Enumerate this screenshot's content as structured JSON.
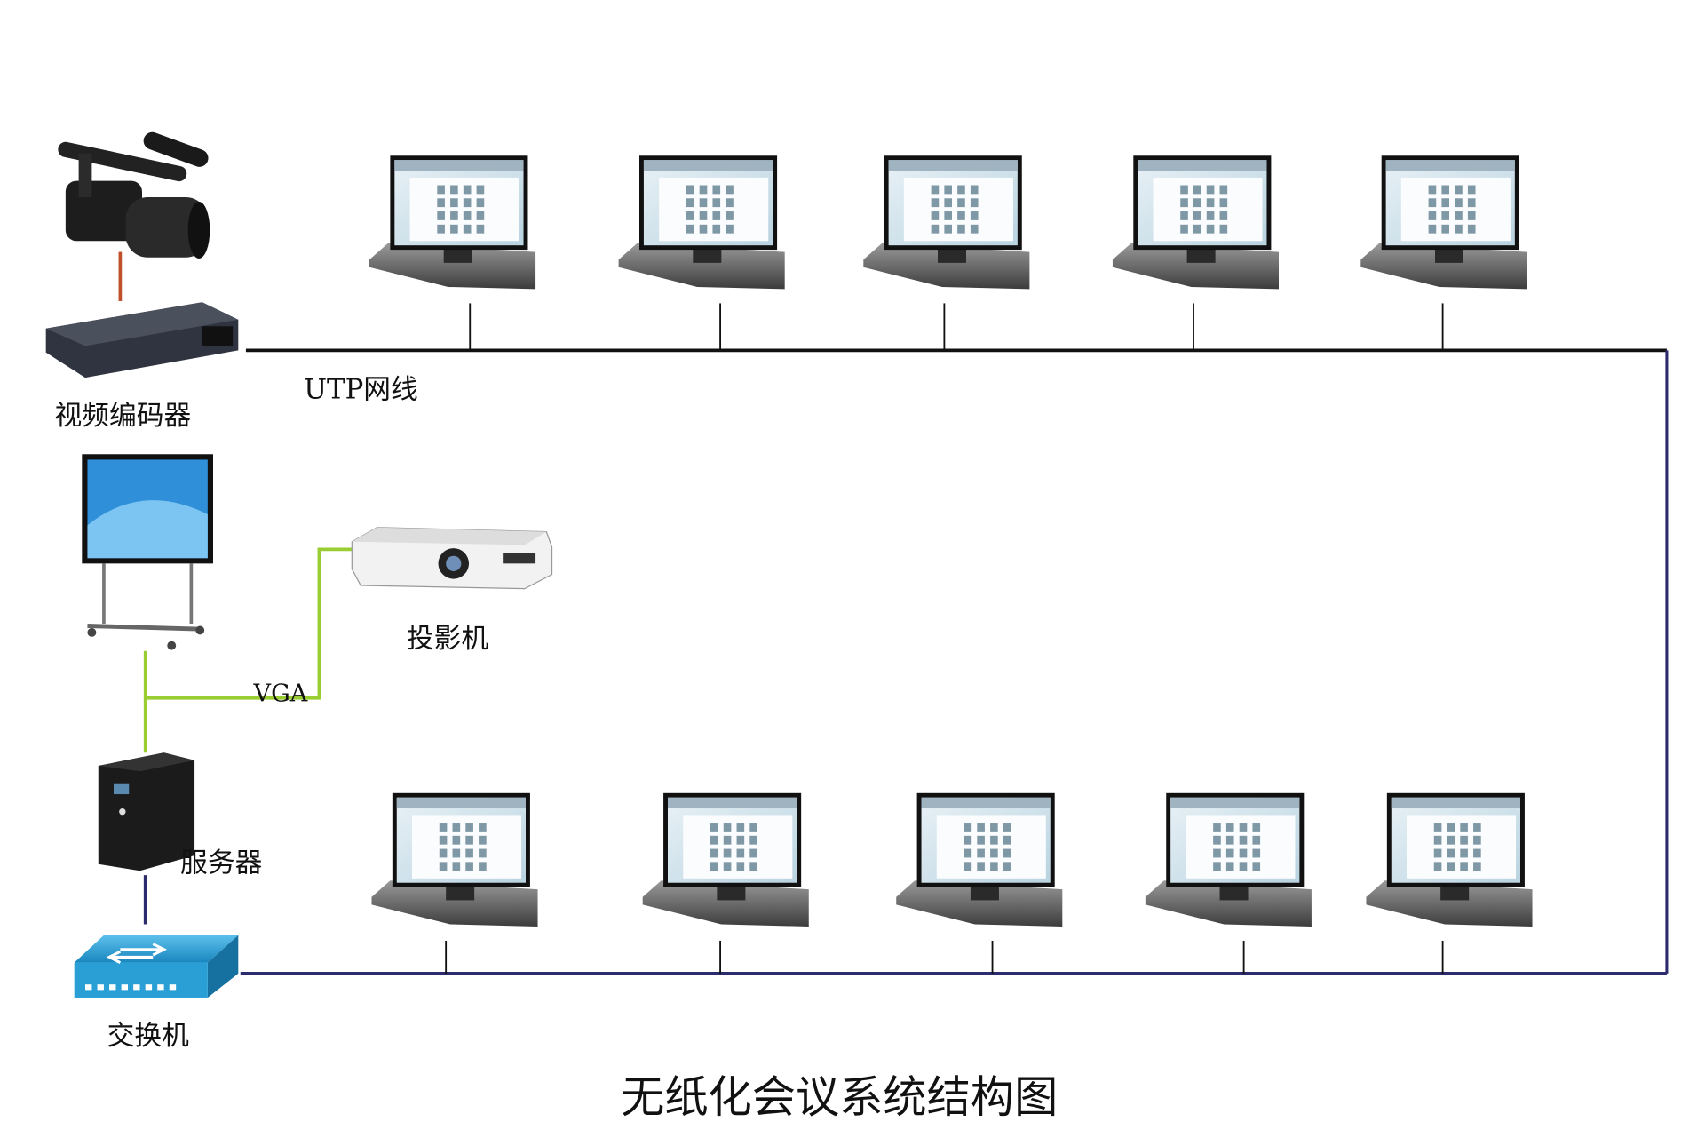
{
  "title": "无纸化会议系统结构图",
  "labels": {
    "encoder": "视频编码器",
    "utp": "UTP网线",
    "projector": "投影机",
    "vga": "VGA",
    "server": "服务器",
    "switch": "交换机"
  },
  "colors": {
    "utp_top": "#111111",
    "utp_bottom": "#2b2b6e",
    "vga": "#9acd32",
    "camera_link": "#c0502a",
    "switch": "#2a9fd6"
  },
  "terminals": {
    "top_row_count": 5,
    "bottom_row_count": 5
  }
}
